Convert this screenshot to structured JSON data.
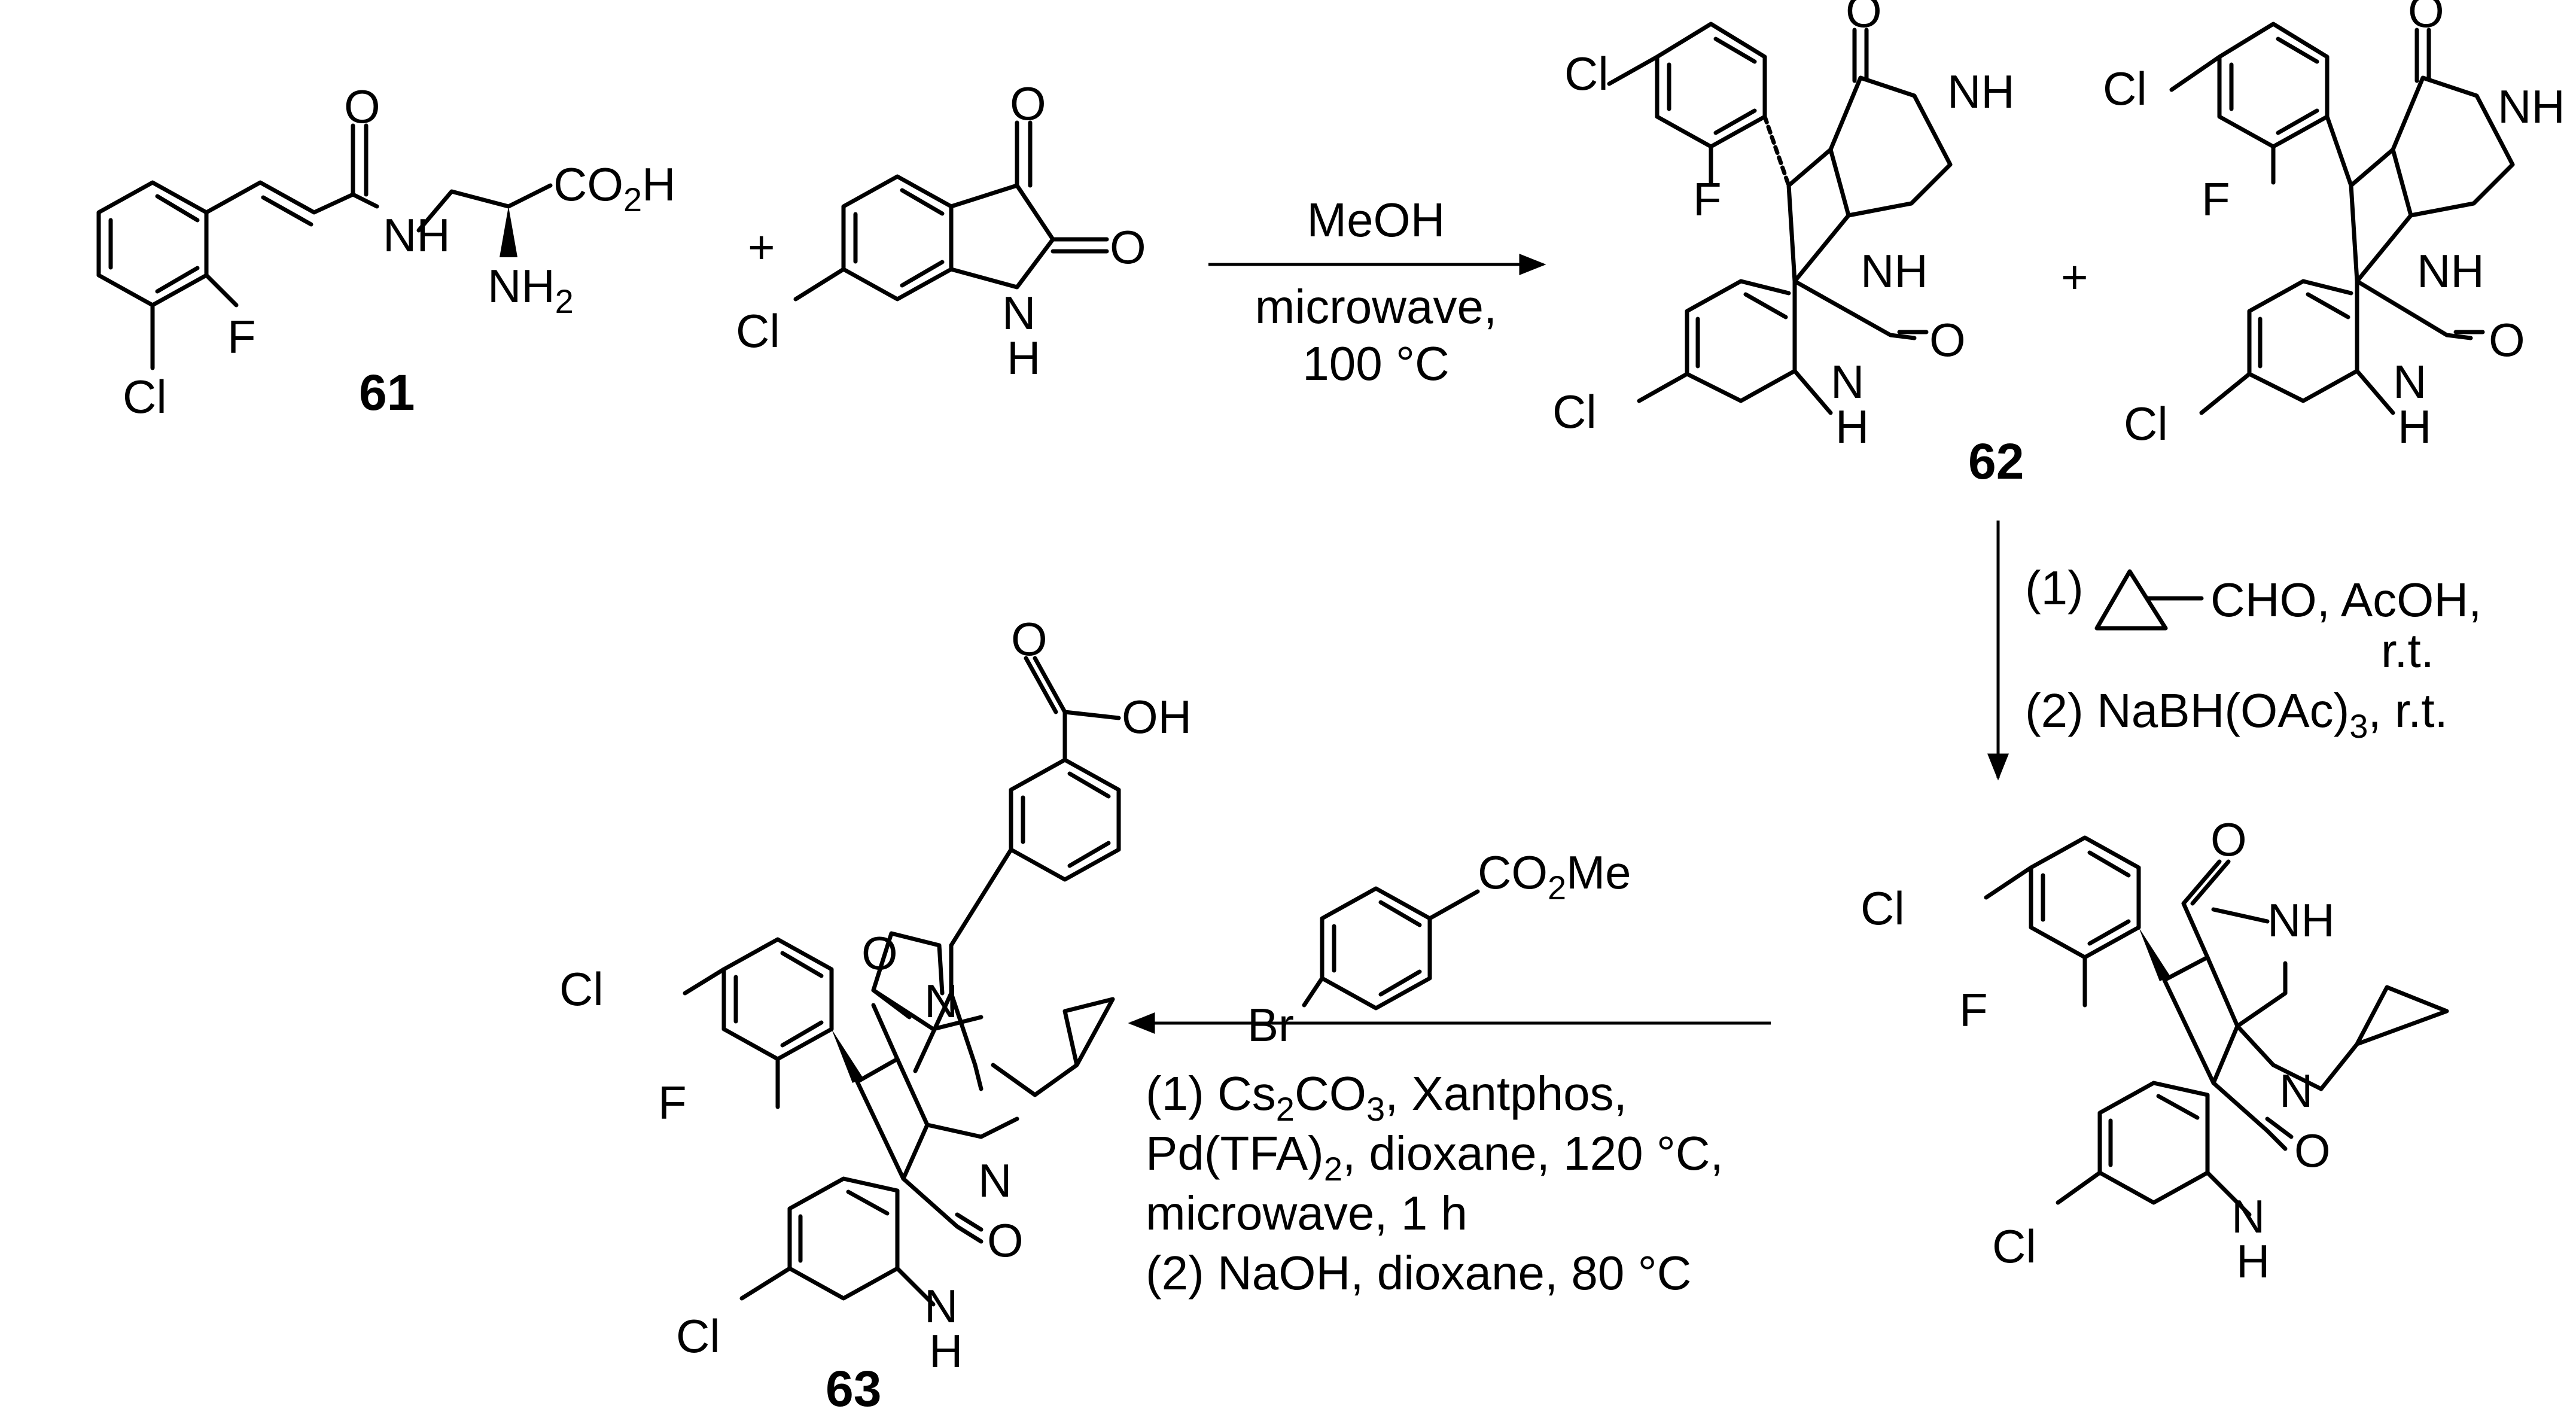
{
  "compounds": {
    "c61": {
      "label": "61"
    },
    "c62": {
      "label": "62"
    },
    "c63": {
      "label": "63"
    }
  },
  "atoms": {
    "co2h": "CO",
    "co2h_sub": "2",
    "co2h_h": "H",
    "nh": "NH",
    "nh2": "NH",
    "nh2_sub": "2",
    "n": "N",
    "h": "H",
    "o": "O",
    "f": "F",
    "cl": "Cl",
    "oh": "OH",
    "br": "Br",
    "co2me": "CO",
    "co2me_sub": "2",
    "co2me_me": "Me"
  },
  "plus": "+",
  "step1": {
    "above": "MeOH",
    "below_1": "microwave,",
    "below_2": "100 °C"
  },
  "step2": {
    "line1_prefix": "(1)",
    "line1_suffix": "CHO, AcOH,",
    "line2": "r.t.",
    "line3_a": "(2) NaBH(OAc)",
    "line3_sub": "3",
    "line3_b": ", r.t."
  },
  "step3": {
    "line1_a": "(1)   Cs",
    "line1_sub": "2",
    "line1_b": "CO",
    "line1_sub2": "3",
    "line1_c": ", Xantphos,",
    "line2_a": "Pd(TFA)",
    "line2_sub": "2",
    "line2_b": ", dioxane, 120 °C,",
    "line3": "microwave, 1 h",
    "line4": "(2) NaOH, dioxane, 80 °C"
  }
}
